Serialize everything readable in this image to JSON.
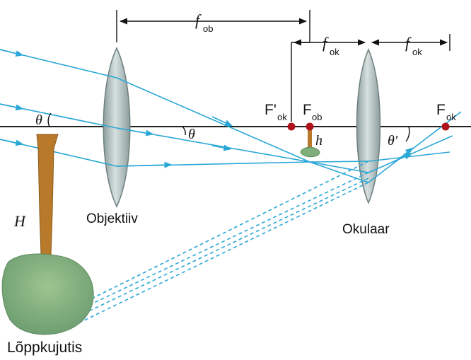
{
  "labels": {
    "objective": "Objektiiv",
    "eyepiece": "Okulaar",
    "final_image": "Lõppkujutis",
    "H": "H",
    "h": "h",
    "theta": "θ",
    "theta_prime": "θ′",
    "f": "f",
    "F": "F",
    "F_prime": "F'",
    "sub_ob": "ob",
    "sub_ok": "ok"
  },
  "colors": {
    "ray": "#2aa7d6",
    "axis": "#222222",
    "lens": "#a9b8b7",
    "focal_point": "#b0131c",
    "tree_trunk": "#b87a2a",
    "tree_crown": "#7fae7a"
  }
}
